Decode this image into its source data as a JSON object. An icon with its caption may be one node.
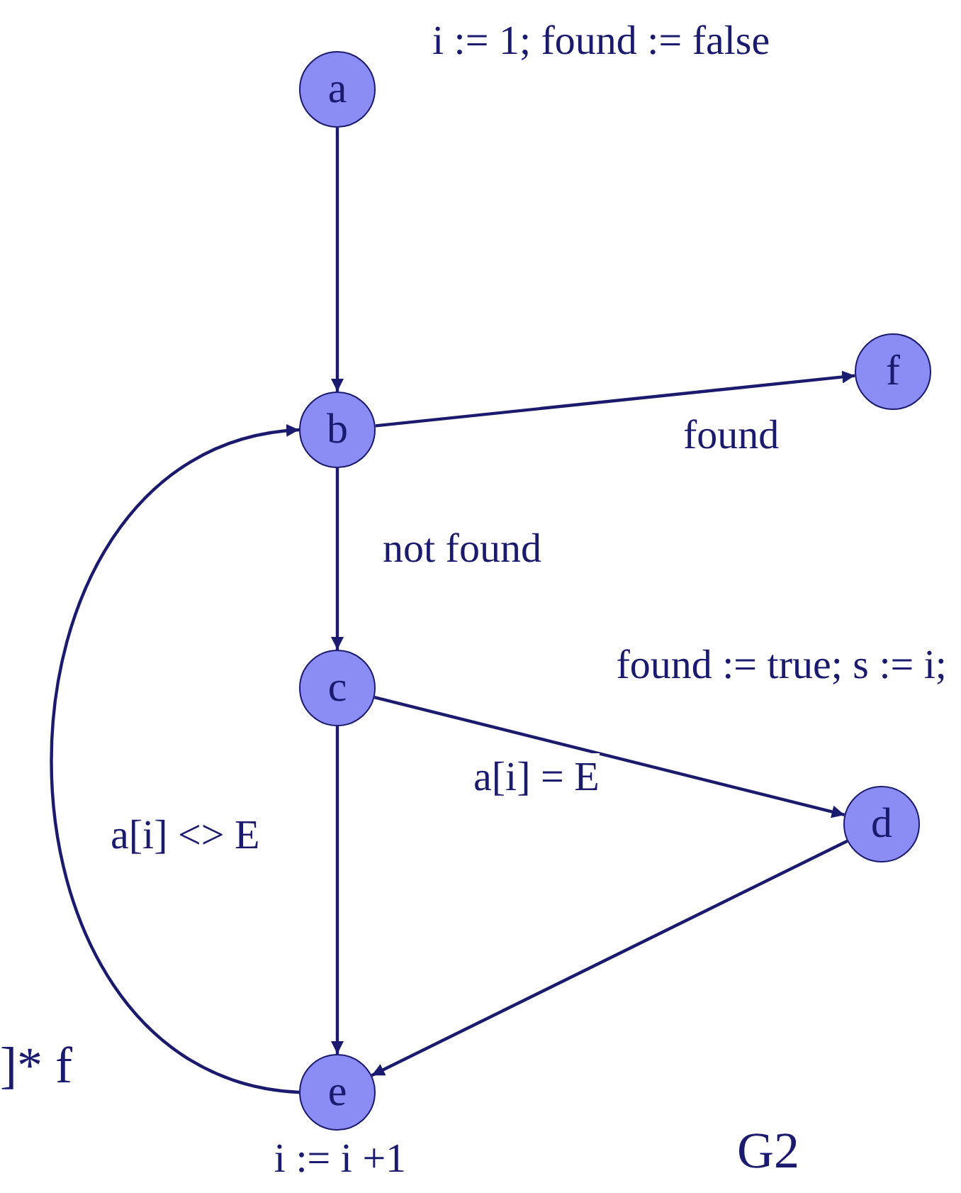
{
  "diagram": {
    "nodes": [
      {
        "text": [
          "a"
        ],
        "beside": [
          "i := 1; found := false"
        ]
      },
      {
        "text": [
          "b"
        ]
      },
      {
        "text": [
          "f"
        ]
      },
      {
        "text": [
          "c"
        ]
      },
      {
        "text": [
          "d"
        ],
        "beside": [
          "found := true; s := i;"
        ]
      },
      {
        "text": [
          "e"
        ],
        "beside": [
          "i := i +1"
        ]
      }
    ],
    "edges": [
      {
        "from": 0,
        "to": 1,
        "arrow": "to"
      },
      {
        "from": 1,
        "to": 2,
        "arrow": "to",
        "label": "found"
      },
      {
        "from": 1,
        "to": 3,
        "arrow": "to",
        "label": "not found"
      },
      {
        "from": 3,
        "to": 4,
        "arrow": "to",
        "label": "a[i] = E"
      },
      {
        "from": 3,
        "to": 5,
        "arrow": "to",
        "label": "a[i] <> E"
      },
      {
        "from": 4,
        "to": 5,
        "arrow": "to"
      },
      {
        "from": 5,
        "to": 1,
        "arrow": "to"
      }
    ],
    "labels": [
      "]* f",
      "G2"
    ]
  }
}
